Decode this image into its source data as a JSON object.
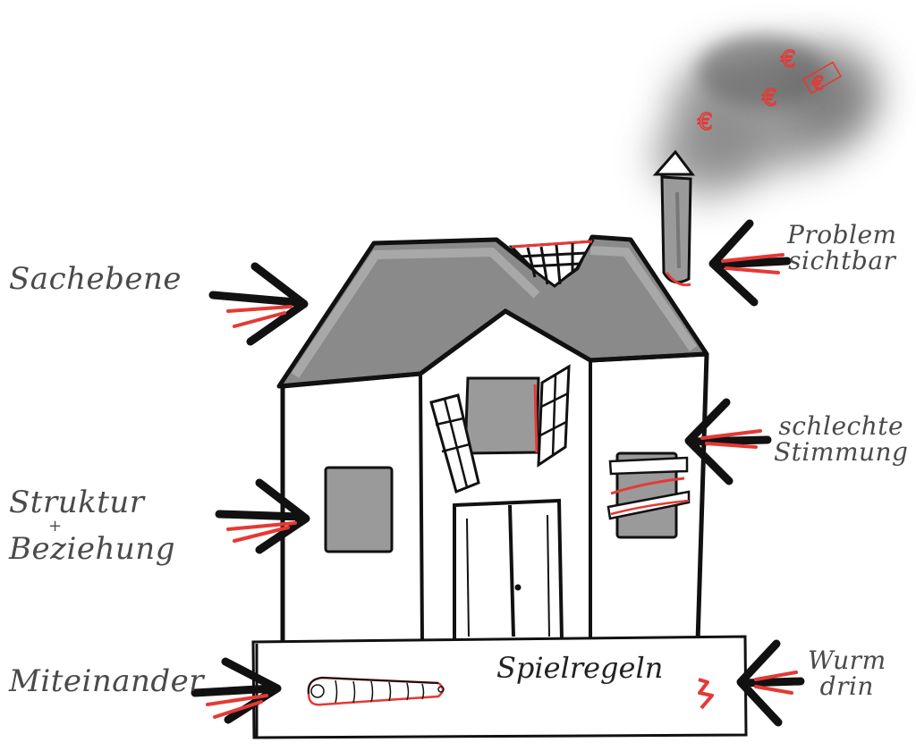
{
  "labels": {
    "sachebene": "Sachebene",
    "struktur": "Struktur",
    "plus": "+",
    "beziehung": "Beziehung",
    "miteinander": "Miteinander",
    "problem": "Problem",
    "sichtbar": "sichtbar",
    "schlechte": "schlechte",
    "stimmung": "Stimmung",
    "wurm": "Wurm",
    "drin": "drin",
    "spielregeln": "Spielregeln"
  },
  "smoke_symbols": [
    "€",
    "€",
    "€",
    "€"
  ],
  "colors": {
    "ink": "#111111",
    "accent": "#e53935",
    "roof": "#8a8a8a",
    "window_fill": "#9a9a9a",
    "label_ink": "#4a4a4a",
    "smoke": "#6e6e6e"
  }
}
